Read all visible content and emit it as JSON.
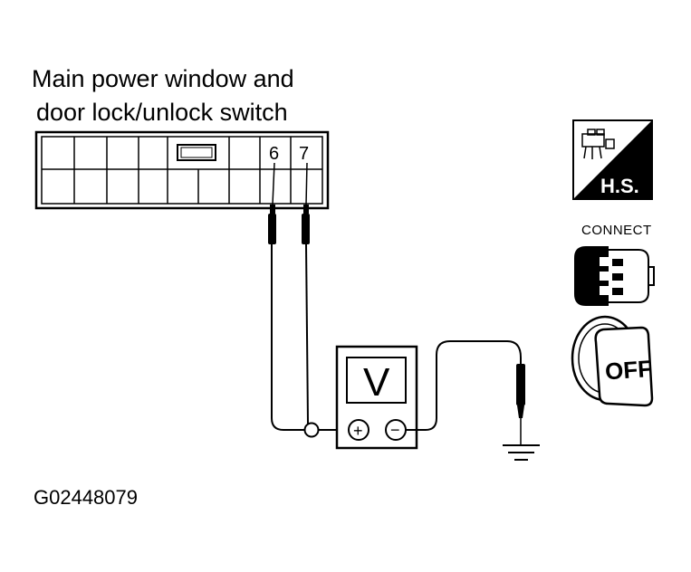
{
  "title": {
    "line1": "Main power window and",
    "line2": "door lock/unlock switch"
  },
  "connector": {
    "pins": [
      "6",
      "7"
    ]
  },
  "meter": {
    "label": "V",
    "positive_symbol": "+",
    "negative_symbol": "−"
  },
  "diagram_code": "G02448079",
  "icons": {
    "harness_side": {
      "name": "harness-side-icon",
      "label": "H.S."
    },
    "connect": {
      "name": "connector-connect-icon",
      "label": "CONNECT"
    },
    "ignition": {
      "name": "ignition-off-icon",
      "label": "OFF"
    }
  }
}
